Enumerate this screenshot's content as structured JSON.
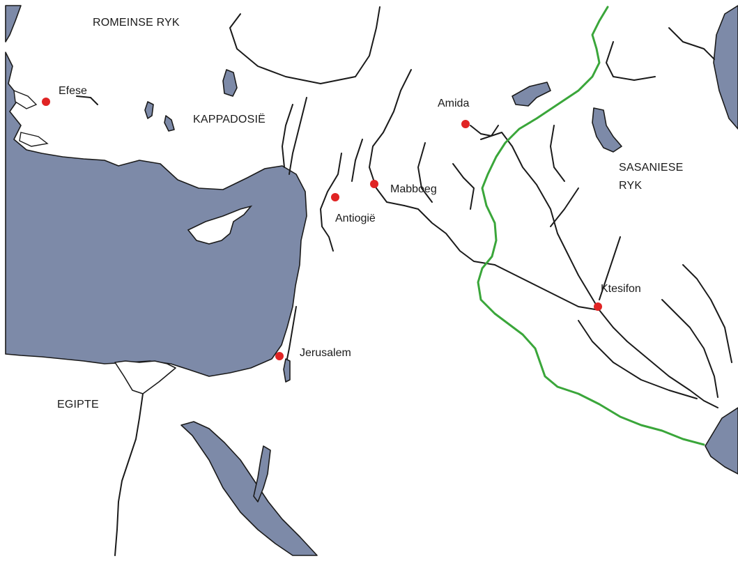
{
  "colors": {
    "sea": "#7d8aa8",
    "land": "#ffffff",
    "coastline": "#1a1a1a",
    "border": "#3aa63a",
    "city": "#e02424"
  },
  "regions": {
    "roman": "ROMEINSE RYK",
    "cappadocia": "KAPPADOSIË",
    "sasanian_line1": "SASANIESE",
    "sasanian_line2": "RYK",
    "egypt": "EGIPTE"
  },
  "cities": {
    "ephesus": "Efese",
    "amida": "Amida",
    "antioch": "Antiogië",
    "mabbug": "Mabboeg",
    "ctesiphon": "Ktesifon",
    "jerusalem": "Jerusalem"
  }
}
